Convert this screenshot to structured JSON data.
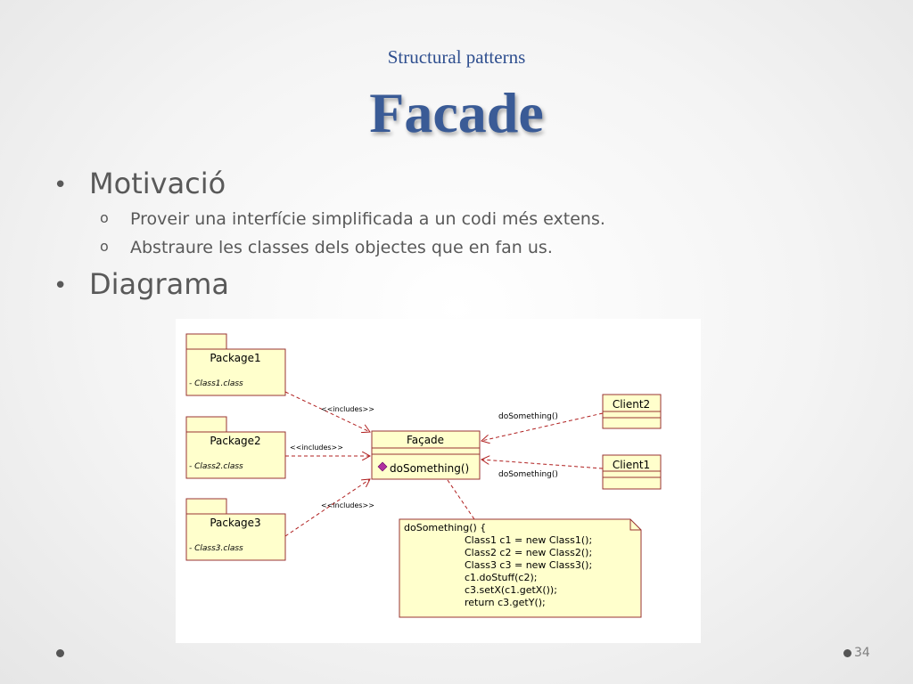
{
  "header": {
    "subtitle": "Structural patterns",
    "title": "Facade"
  },
  "bullets": {
    "motivation": "Motivació",
    "points": [
      "Proveir una interfície simplificada a un codi més extens.",
      "Abstraure les classes dels objectes que en fan us."
    ],
    "diagram": "Diagrama"
  },
  "diagram": {
    "packages": [
      {
        "name": "Package1",
        "member": "- Class1.class"
      },
      {
        "name": "Package2",
        "member": "- Class2.class"
      },
      {
        "name": "Package3",
        "member": "- Class3.class"
      }
    ],
    "includes_label": "<<includes>>",
    "facade": {
      "name": "Façade",
      "method": "doSomething()"
    },
    "clients": [
      {
        "name": "Client2",
        "call": "doSomething()"
      },
      {
        "name": "Client1",
        "call": "doSomething()"
      }
    ],
    "note_lines": [
      "doSomething() {",
      "Class1 c1 = new Class1();",
      "Class2 c2 = new Class2();",
      "Class3 c3 = new Class3();",
      "c1.doStuff(c2);",
      "c3.setX(c1.getX());",
      "return c3.getY();"
    ]
  },
  "footer": {
    "page_number": "34"
  },
  "colors": {
    "title": "#3a5b96",
    "uml_fill": "#ffffcc",
    "uml_border": "#993333"
  }
}
